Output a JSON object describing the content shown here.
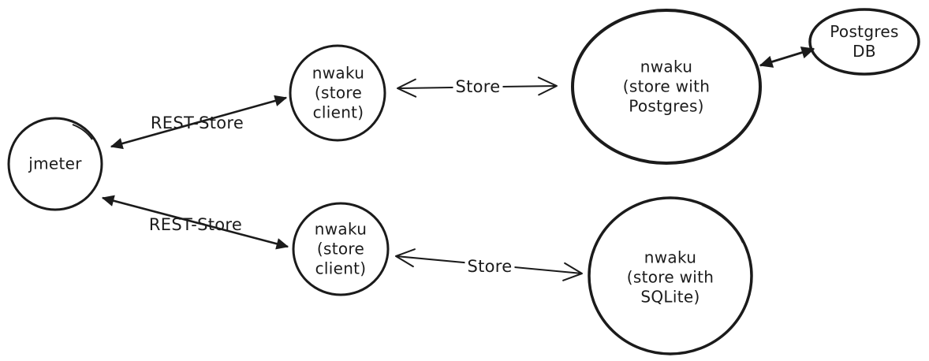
{
  "canvas": {
    "background": "#ffffff",
    "ink_color": "#1b1b1b"
  },
  "nodes": {
    "jmeter": {
      "label": "jmeter"
    },
    "store_client_top": {
      "label": "nwaku\n(store\nclient)"
    },
    "store_client_bottom": {
      "label": "nwaku\n(store\nclient)"
    },
    "store_postgres": {
      "label": "nwaku\n(store with\nPostgres)"
    },
    "store_sqlite": {
      "label": "nwaku\n(store with\nSQLite)"
    },
    "postgres_db": {
      "label": "Postgres\nDB"
    }
  },
  "edges": {
    "rest_store_top": {
      "label": "REST-Store"
    },
    "rest_store_bottom": {
      "label": "REST-Store"
    },
    "store_top": {
      "label": "Store"
    },
    "store_bottom": {
      "label": "Store"
    }
  }
}
